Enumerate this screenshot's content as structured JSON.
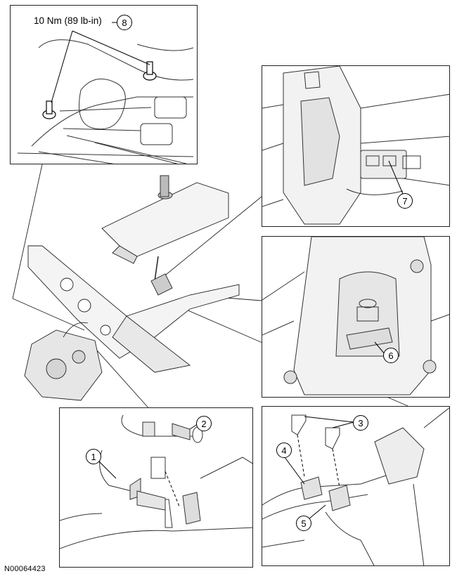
{
  "torque_label": "10 Nm (89 lb-in)",
  "callouts": {
    "c1": "1",
    "c2": "2",
    "c3": "3",
    "c4": "4",
    "c5": "5",
    "c6": "6",
    "c7": "7",
    "c8": "8"
  },
  "figure_id": "N00064423"
}
